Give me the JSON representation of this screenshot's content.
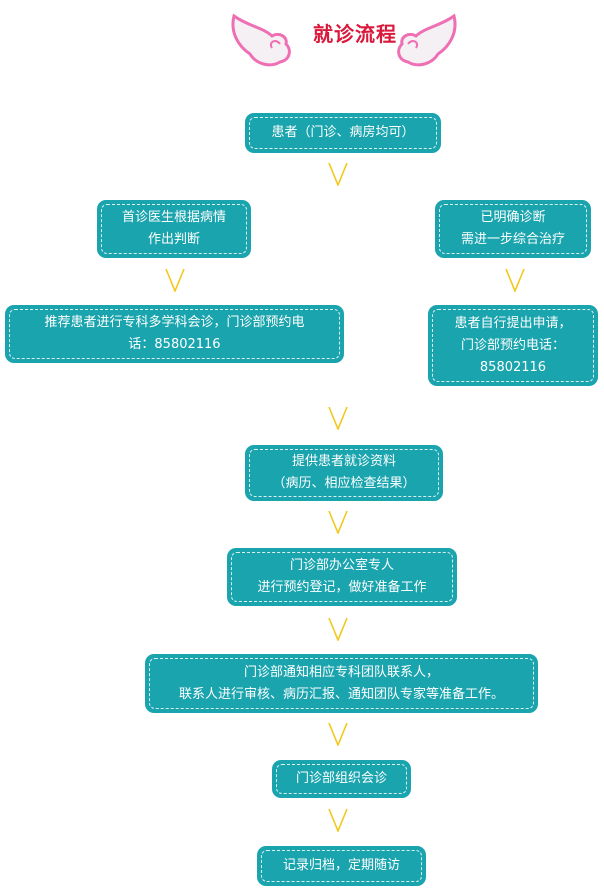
{
  "title": "就诊流程",
  "colors": {
    "box": "#1aa4ae",
    "arrow": "#f3c81c",
    "title": "#d9183b",
    "wing": "#ee6fb4"
  },
  "steps": [
    {
      "text": "患者（门诊、病房均可）"
    },
    {
      "text": "首诊医生根据病情\n作出判断"
    },
    {
      "text": "已明确诊断\n需进一步综合治疗"
    },
    {
      "text": "推荐患者进行专科多学科会诊，门诊部预约电\n话：85802116"
    },
    {
      "text": "患者自行提出申请，\n门诊部预约电话：\n85802116"
    },
    {
      "text": "提供患者就诊资料\n（病历、相应检查结果）"
    },
    {
      "text": "门诊部办公室专人\n进行预约登记，做好准备工作"
    },
    {
      "text": "门诊部通知相应专科团队联系人，\n联系人进行审核、病历汇报、通知团队专家等准备工作。"
    },
    {
      "text": "门诊部组织会诊"
    },
    {
      "text": "记录归档，定期随访"
    }
  ]
}
